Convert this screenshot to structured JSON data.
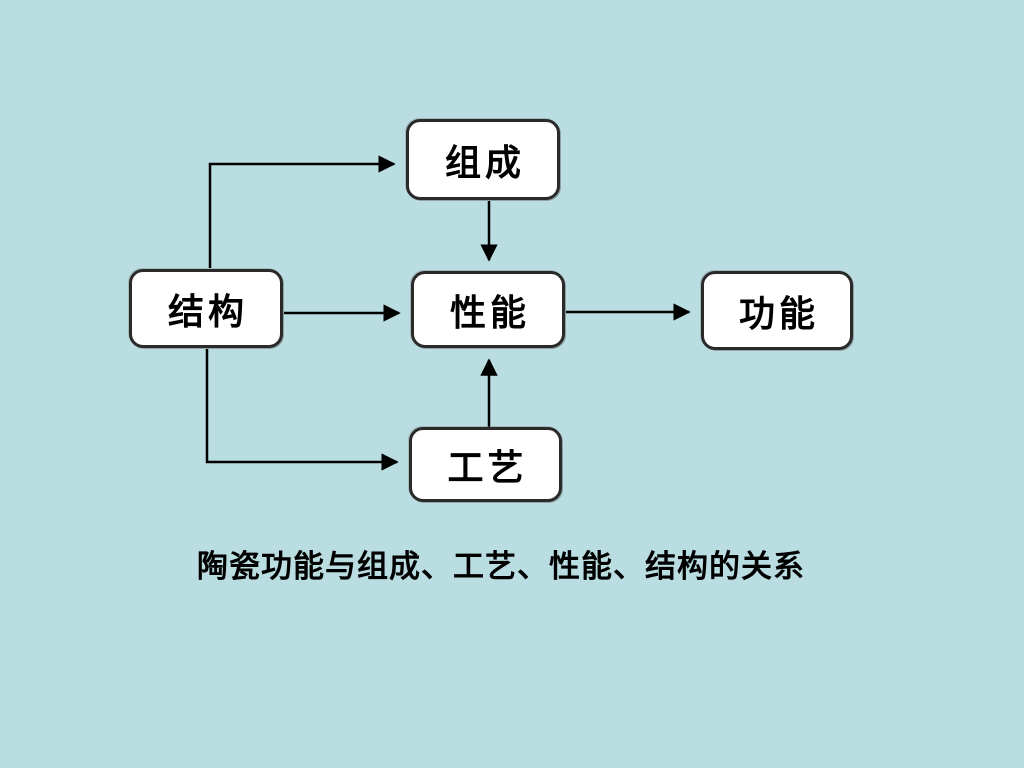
{
  "diagram": {
    "nodes": [
      {
        "id": "composition",
        "label": "组成"
      },
      {
        "id": "structure",
        "label": "结构"
      },
      {
        "id": "performance",
        "label": "性能"
      },
      {
        "id": "function",
        "label": "功能"
      },
      {
        "id": "process",
        "label": "工艺"
      }
    ],
    "edges": [
      {
        "from": "structure",
        "to": "composition"
      },
      {
        "from": "composition",
        "to": "performance"
      },
      {
        "from": "structure",
        "to": "performance"
      },
      {
        "from": "performance",
        "to": "function"
      },
      {
        "from": "structure",
        "to": "process"
      },
      {
        "from": "process",
        "to": "performance"
      }
    ],
    "caption": "陶瓷功能与组成、工艺、性能、结构的关系"
  },
  "colors": {
    "background": "#b9dde1",
    "node_fill": "#ffffff",
    "node_border": "#2a2a2a",
    "arrow": "#000000",
    "text": "#000000"
  }
}
